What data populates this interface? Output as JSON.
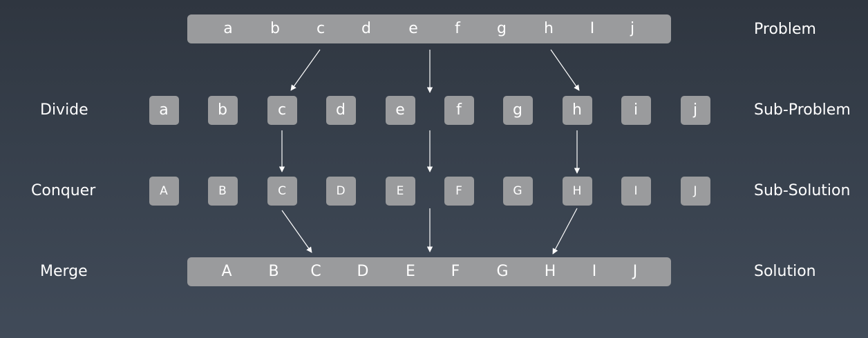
{
  "problem_bar": {
    "letters": [
      "a",
      "b",
      "c",
      "d",
      "e",
      "f",
      "g",
      "h",
      "I",
      "j"
    ]
  },
  "sub_problems": [
    "a",
    "b",
    "c",
    "d",
    "e",
    "f",
    "g",
    "h",
    "i",
    "j"
  ],
  "sub_solutions": [
    "A",
    "B",
    "C",
    "D",
    "E",
    "F",
    "G",
    "H",
    "I",
    "J"
  ],
  "solution_bar": {
    "letters": [
      "A",
      "B",
      "C",
      "D",
      "E",
      "F",
      "G",
      "H",
      "I",
      "J"
    ]
  },
  "left_labels": {
    "divide": "Divide",
    "conquer": "Conquer",
    "merge": "Merge"
  },
  "right_labels": {
    "problem": "Problem",
    "sub_problem": "Sub-Problem",
    "sub_solution": "Sub-Solution",
    "solution": "Solution"
  },
  "colors": {
    "box": "#9a9b9d",
    "text": "#ffffff",
    "arrow": "#ffffff"
  }
}
